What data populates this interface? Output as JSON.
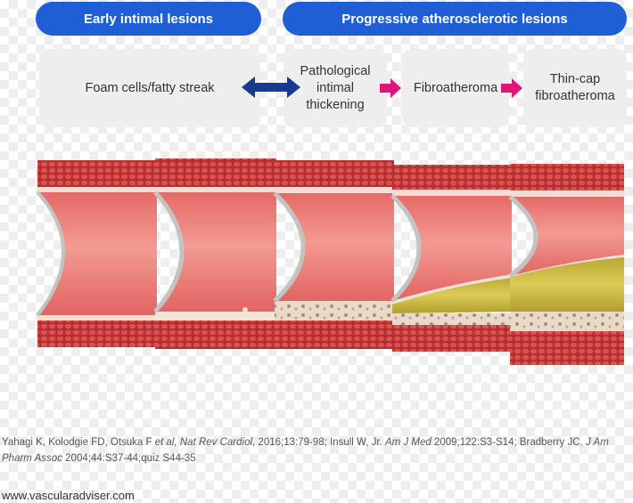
{
  "header": {
    "early_label": "Early intimal lesions",
    "progressive_label": "Progressive atherosclerotic lesions"
  },
  "stages": {
    "foam_cells": "Foam cells/fatty streak",
    "pit_line1": "Pathological",
    "pit_line2": "intimal",
    "pit_line3": "thickening",
    "fibroatheroma": "Fibroatheroma",
    "tcfa_line1": "Thin-cap",
    "tcfa_line2": "fibroatheroma"
  },
  "colors": {
    "pill_blue": "#1f5fd6",
    "double_arrow": "#1a3a8f",
    "arrow_magenta": "#e0157a",
    "vessel_wall": "#c23b3b",
    "lumen": "#ec7d78",
    "lipid": "#c9b63d"
  },
  "icons": {
    "reversible": "double-headed-arrow-icon",
    "progression": "right-arrow-icon"
  },
  "reference": {
    "seg1": "Yahagi K, Kolodgie FD, Otsuka F ",
    "seg2": "et al, Nat Rev Cardiol",
    "seg3": ", 2016;13:79-98; Insull W, Jr. ",
    "seg4": "Am J Med",
    "seg5": " 2009;122:S3-S14; Bradberry JC. ",
    "seg6": "J Am Pharm Assoc",
    "seg7": " 2004;44:S37-44;quiz S44-35"
  },
  "footer": {
    "website": "www.vascularadviser.com"
  }
}
